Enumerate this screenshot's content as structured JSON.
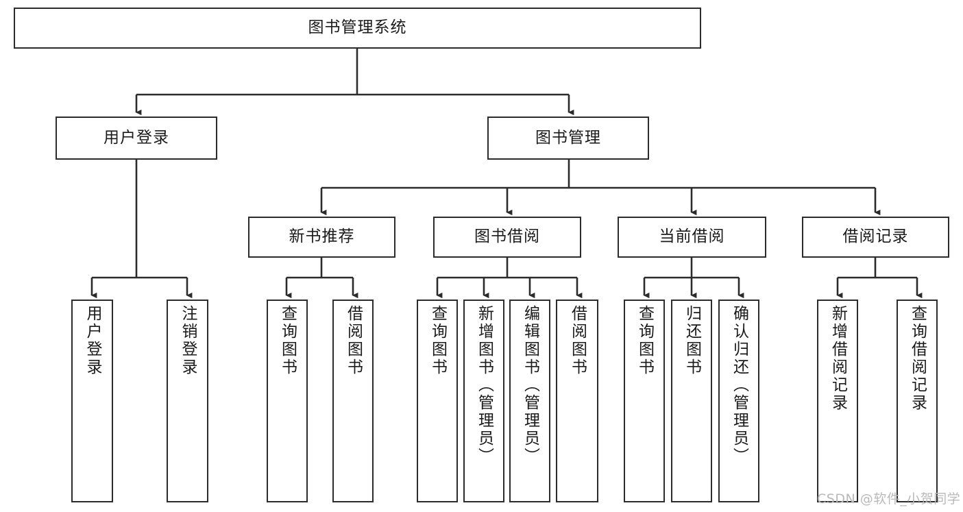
{
  "diagram": {
    "title": "图书管理系统",
    "type": "tree-hierarchy",
    "root": {
      "label": "图书管理系统"
    },
    "level2": [
      {
        "label": "用户登录"
      },
      {
        "label": "图书管理"
      }
    ],
    "level3": [
      {
        "label": "新书推荐",
        "parent": "图书管理"
      },
      {
        "label": "图书借阅",
        "parent": "图书管理"
      },
      {
        "label": "当前借阅",
        "parent": "图书管理"
      },
      {
        "label": "借阅记录",
        "parent": "图书管理"
      }
    ],
    "leaves": [
      {
        "label": "用户登录",
        "parent": "用户登录"
      },
      {
        "label": "注销登录",
        "parent": "用户登录"
      },
      {
        "label": "查询图书",
        "parent": "新书推荐"
      },
      {
        "label": "借阅图书",
        "parent": "新书推荐"
      },
      {
        "label": "查询图书",
        "parent": "图书借阅"
      },
      {
        "label": "新增图书（管理员）",
        "parent": "图书借阅"
      },
      {
        "label": "编辑图书（管理员）",
        "parent": "图书借阅"
      },
      {
        "label": "借阅图书",
        "parent": "图书借阅"
      },
      {
        "label": "查询图书",
        "parent": "当前借阅"
      },
      {
        "label": "归还图书",
        "parent": "当前借阅"
      },
      {
        "label": "确认归还（管理员）",
        "parent": "当前借阅"
      },
      {
        "label": "新增借阅记录",
        "parent": "借阅记录"
      },
      {
        "label": "查询借阅记录",
        "parent": "借阅记录"
      }
    ]
  },
  "watermark": {
    "text": "CSDN @软件_小贺同学"
  },
  "colors": {
    "stroke": "#2b2b2b",
    "background": "#ffffff",
    "text": "#1a1a1a",
    "watermark": "#b9b9b9"
  }
}
